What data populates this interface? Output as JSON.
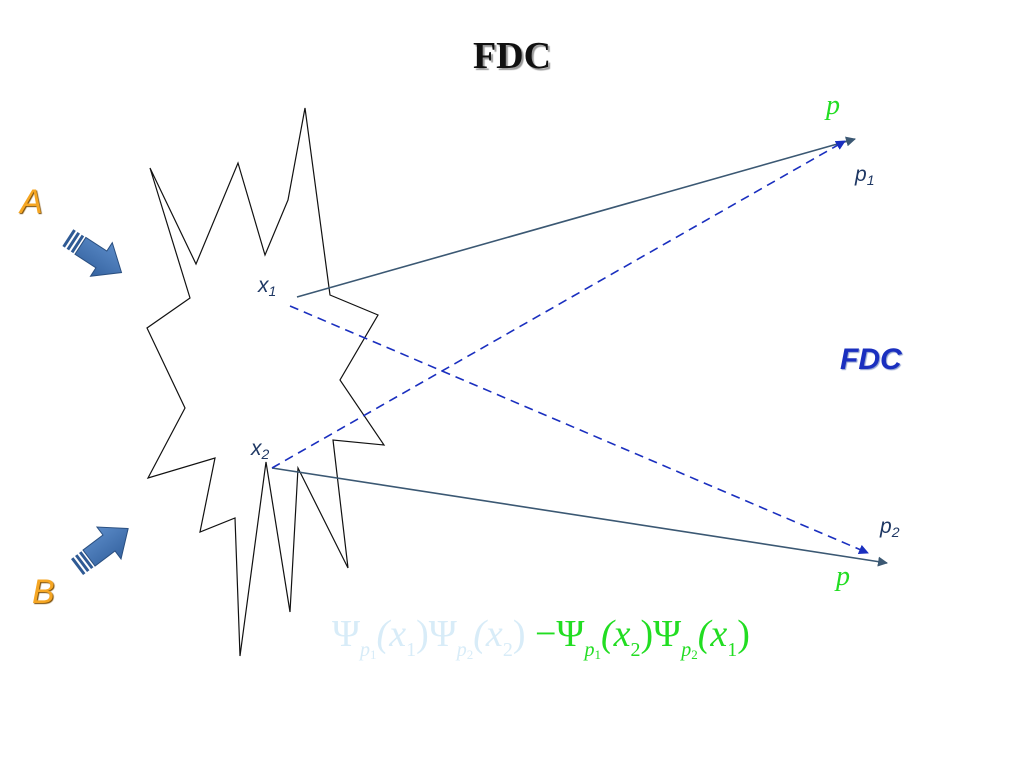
{
  "title": "FDC",
  "labels": {
    "A": "A",
    "B": "B",
    "x1_base": "x",
    "x1_sub": "1",
    "x2_base": "x",
    "x2_sub": "2",
    "p1_base": "p",
    "p1_sub": "1",
    "p2_base": "p",
    "p2_sub": "2",
    "p_top": "p",
    "p_bottom": "p",
    "fdc_side": "FDC"
  },
  "formula": {
    "term1": {
      "psi": "Ψ",
      "p": "p",
      "p1_sub": "1",
      "x1": "(x",
      "x1_sub": "1",
      "close": ")",
      "p2_sub": "2",
      "x2": "(x",
      "x2_sub": "2"
    },
    "term2": {
      "minus": "−",
      "psi": "Ψ",
      "p": "p",
      "p1_sub": "1",
      "x2": "(x",
      "x2_sub": "2",
      "close": ")",
      "p2_sub": "2",
      "x1": "(x",
      "x1_sub": "1"
    }
  },
  "colors": {
    "green": "#22dd22",
    "blue_dashed": "#1a2fbf",
    "solid_line": "#3b5873",
    "orange": "#f5a623",
    "faded": "#d8ecf8",
    "arrow_fill": "#4a78b4"
  }
}
